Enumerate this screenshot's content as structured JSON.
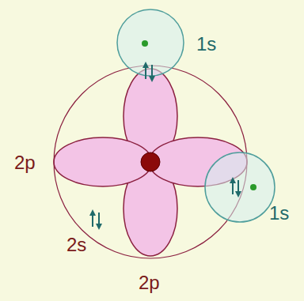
{
  "diagram": {
    "labels": [
      "1s",
      "1s",
      "2p",
      "2s",
      "2p"
    ]
  }
}
